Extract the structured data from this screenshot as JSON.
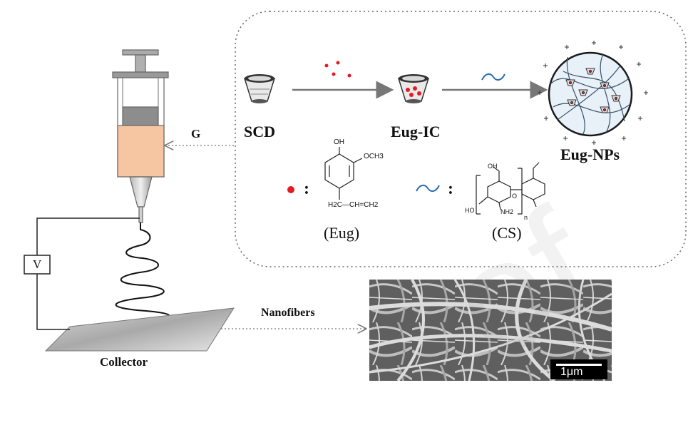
{
  "labels": {
    "scd": "SCD",
    "eug_ic": "Eug-IC",
    "eug_nps": "Eug-NPs",
    "g": "G",
    "eug": "(Eug)",
    "cs": "(CS)",
    "voltage": "V",
    "collector": "Collector",
    "nanofibers": "Nanofibers",
    "scale_bar": "1μm"
  },
  "chem_labels": {
    "oh": "OH",
    "och3": "OCH3",
    "allyl": "H2C—CH=CH2",
    "ho": "HO",
    "oh2": "OH",
    "o": "O",
    "nh2": "NH2",
    "n": "n"
  },
  "colors": {
    "dot": "#e31b23",
    "wave": "#2b6cb0",
    "liquid": "#f7c4a0",
    "arrow": "#777777",
    "box_border": "#555555",
    "np_fill": "#e8f1f8"
  },
  "watermark_text": "of"
}
